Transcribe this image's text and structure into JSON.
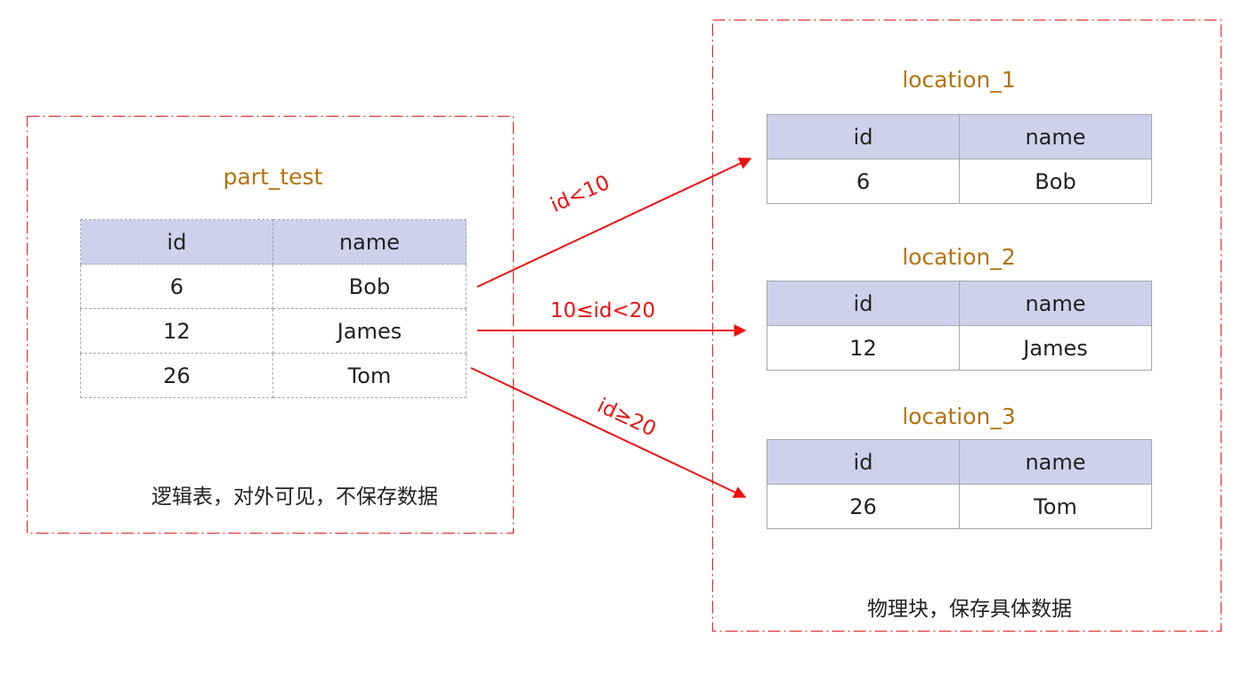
{
  "logical": {
    "title": "part_test",
    "headers": {
      "id": "id",
      "name": "name"
    },
    "rows": [
      {
        "id": "6",
        "name": "Bob"
      },
      {
        "id": "12",
        "name": "James"
      },
      {
        "id": "26",
        "name": "Tom"
      }
    ],
    "caption": "逻辑表，对外可见，不保存数据"
  },
  "physical": {
    "blocks": [
      {
        "title": "location_1",
        "headers": {
          "id": "id",
          "name": "name"
        },
        "row": {
          "id": "6",
          "name": "Bob"
        }
      },
      {
        "title": "location_2",
        "headers": {
          "id": "id",
          "name": "name"
        },
        "row": {
          "id": "12",
          "name": "James"
        }
      },
      {
        "title": "location_3",
        "headers": {
          "id": "id",
          "name": "name"
        },
        "row": {
          "id": "26",
          "name": "Tom"
        }
      }
    ],
    "caption": "物理块，保存具体数据"
  },
  "arrows": [
    {
      "label": "id<10"
    },
    {
      "label": "10≤id<20"
    },
    {
      "label": "id≥20"
    }
  ],
  "colors": {
    "frame": "#e02020",
    "arrow": "#ee1111",
    "title": "#b5730f",
    "header_bg": "#cfd1ec"
  }
}
